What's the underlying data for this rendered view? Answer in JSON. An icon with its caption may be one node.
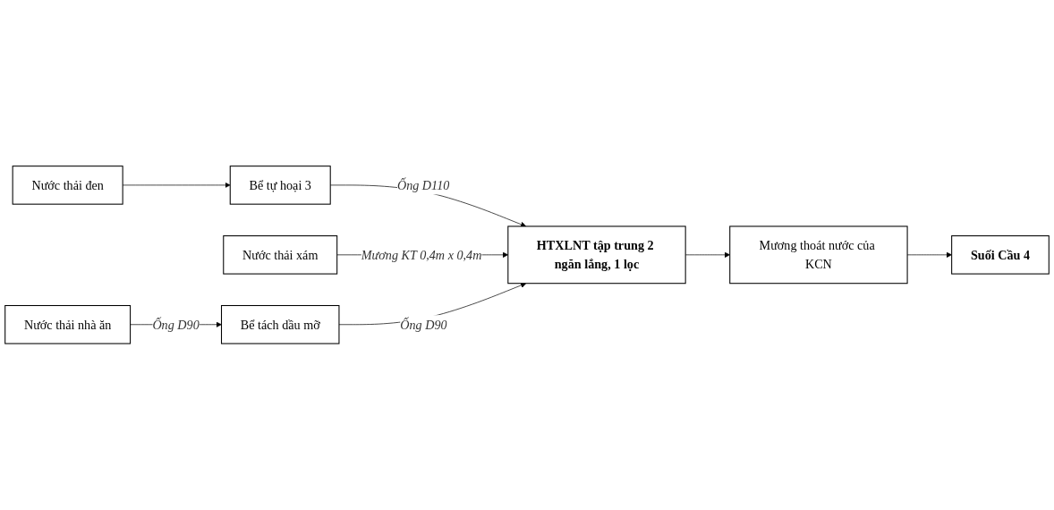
{
  "diagram": {
    "nodes": [
      {
        "text": [
          "Nước thải đen"
        ]
      },
      {
        "text": [
          "Bể tự hoại 3"
        ]
      },
      {
        "text": [
          "Nước thải xám"
        ]
      },
      {
        "text": [
          "HTXLNT tập trung 2 ngăn lắng, 1 lọc"
        ]
      },
      {
        "text": [
          "Mương thoát nước của KCN"
        ]
      },
      {
        "text": [
          "Nước thải nhà ăn"
        ]
      },
      {
        "text": [
          "Bể tách dầu mỡ"
        ]
      },
      {
        "text": [
          "Suối Cầu 4"
        ]
      }
    ],
    "edges": [
      {
        "from": 0,
        "to": 1,
        "arrow": "to"
      },
      {
        "from": 1,
        "to": 3,
        "arrow": "to",
        "label": "Ống D110"
      },
      {
        "from": 2,
        "to": 3,
        "arrow": "to",
        "label": "Mương KT 0,4m x 0,4m"
      },
      {
        "from": 3,
        "to": 4,
        "arrow": "to"
      },
      {
        "from": 4,
        "to": 7,
        "arrow": "to"
      },
      {
        "from": 5,
        "to": 6,
        "arrow": "to",
        "label": "Ống D90"
      },
      {
        "from": 6,
        "to": 3,
        "arrow": "to",
        "label": "Ống D90"
      }
    ]
  }
}
